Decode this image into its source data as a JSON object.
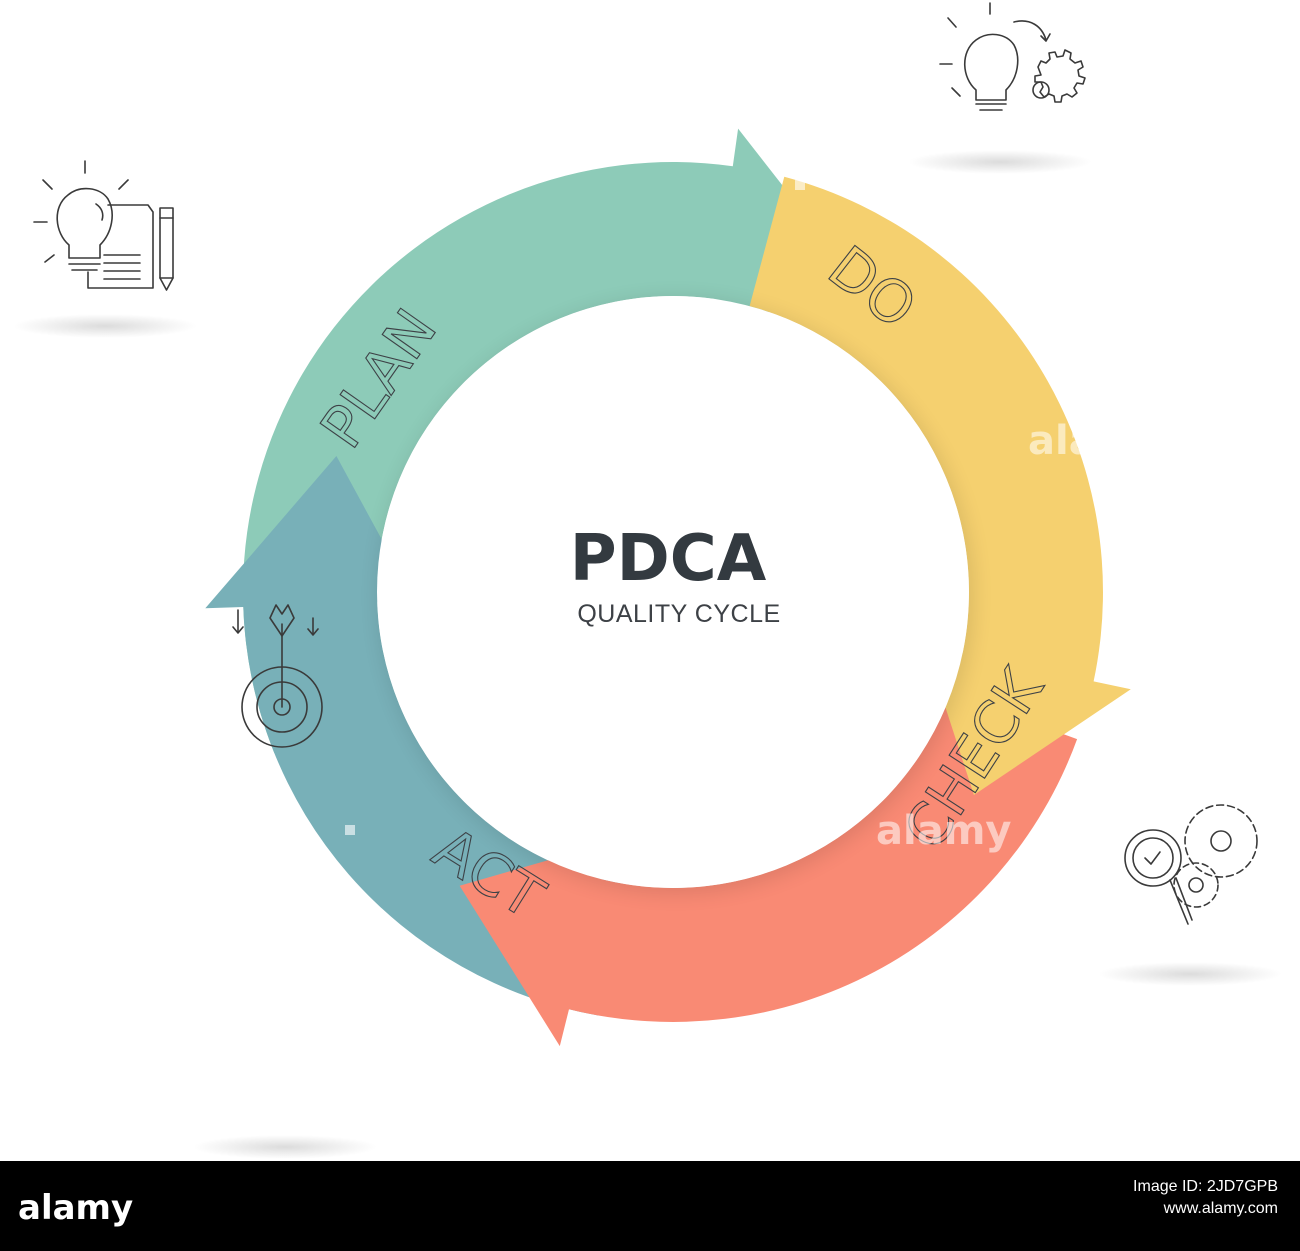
{
  "title": "PDCA",
  "subtitle": "QUALITY CYCLE",
  "stages": [
    {
      "label": "PLAN",
      "color": "#8dcbb8",
      "icon": "lightbulb-document-pencil-icon"
    },
    {
      "label": "DO",
      "color": "#f5d06f",
      "icon": "lightbulb-gear-icon"
    },
    {
      "label": "CHECK",
      "color": "#f98a74",
      "icon": "magnifier-gears-icon"
    },
    {
      "label": "ACT",
      "color": "#78b0b8",
      "icon": "dart-target-icon"
    }
  ],
  "colors": {
    "title": "#333a40",
    "stage_text": "#3d4146",
    "icon_stroke": "#3a3a3a",
    "footer_background": "#000000"
  },
  "watermark": {
    "text_on_image": "alamy",
    "footer_logo": "alamy",
    "image_id": "Image ID: 2JD7GPB",
    "site": "www.alamy.com"
  }
}
